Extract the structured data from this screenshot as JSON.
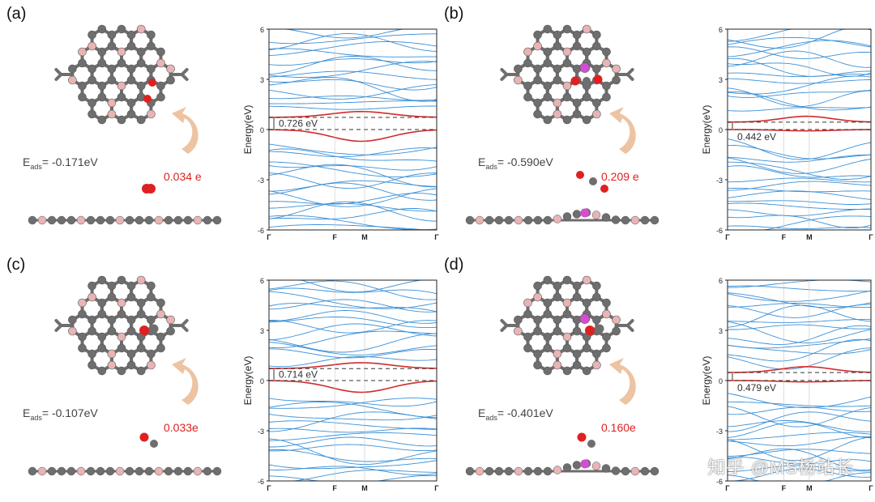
{
  "panels": [
    {
      "label": "(a)",
      "eads_value": "-0.171eV",
      "charge": "0.034 e",
      "gap": "0.726 eV",
      "ticks": [
        "6",
        "3",
        "0",
        "-3",
        "-6"
      ],
      "kpoints": [
        "Γ",
        "F",
        "M",
        "Γ"
      ],
      "ylabel": "Energy(eV)",
      "doped": false,
      "adsorbate": "CO2-flat"
    },
    {
      "label": "(b)",
      "eads_value": "-0.590eV",
      "charge": "0.209 e",
      "gap": "0.442 eV",
      "ticks": [
        "6",
        "3",
        "0",
        "-3",
        "-6"
      ],
      "kpoints": [
        "Γ",
        "F",
        "M",
        "Γ"
      ],
      "ylabel": "Energy(eV)",
      "doped": true,
      "adsorbate": "CO2-bent"
    },
    {
      "label": "(c)",
      "eads_value": "-0.107eV",
      "charge": "0.033e",
      "gap": "0.714 eV",
      "ticks": [
        "6",
        "3",
        "0",
        "-3",
        "-6"
      ],
      "kpoints": [
        "Γ",
        "F",
        "M",
        "Γ"
      ],
      "ylabel": "Energy(eV)",
      "doped": false,
      "adsorbate": "CO"
    },
    {
      "label": "(d)",
      "eads_value": "-0.401eV",
      "charge": "0.160e",
      "gap": "0.479 eV",
      "ticks": [
        "6",
        "3",
        "0",
        "-3",
        "-6"
      ],
      "kpoints": [
        "Γ",
        "F",
        "M",
        "Γ"
      ],
      "ylabel": "Energy(eV)",
      "doped": true,
      "adsorbate": "CO"
    }
  ],
  "eads_prefix": "E",
  "eads_sub": "ads",
  "eads_eq": "= ",
  "watermark": "知乎 @MS杨站长",
  "colors": {
    "band": "#3a8fd6",
    "highlight": "#d42a2a",
    "carbon": "#6e6e6e",
    "boron": "#e8b4b4",
    "dopant": "#d050d0",
    "oxygen": "#e02020"
  }
}
